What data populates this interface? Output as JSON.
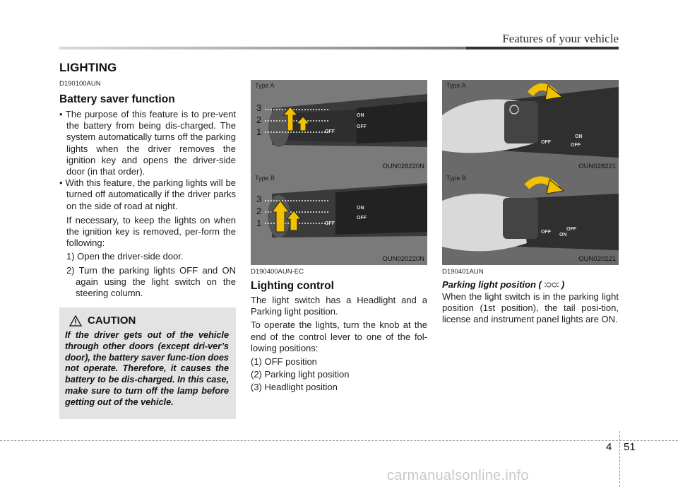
{
  "header": {
    "title": "Features of your vehicle"
  },
  "section_title": "LIGHTING",
  "col1": {
    "code": "D190100AUN",
    "heading": "Battery saver function",
    "bullet1": "• The purpose of this feature is to pre-vent the battery from being dis-charged. The system automatically turns off the parking lights when the driver removes the ignition key and opens the driver-side door (in that order).",
    "bullet2": "• With this feature, the parking lights will be turned off automatically if the driver parks on the side of road at night.",
    "bullet2_cont": "If necessary, to keep the lights on when the ignition key is removed, per-form the following:",
    "step1": "1) Open the driver-side door.",
    "step2": "2) Turn the parking lights OFF and ON again using the light switch on the steering column."
  },
  "caution": {
    "title": "CAUTION",
    "body": "If the driver gets out of the vehicle through other doors (except dri-ver’s door), the battery saver func-tion does not operate. Therefore, it causes the battery to be dis-charged. In this case, make sure to turn off the lamp before getting out of the vehicle."
  },
  "figures": {
    "fig1_type": "Type A",
    "fig1_code": "OUN028220N",
    "fig1_n3": "3",
    "fig1_n2": "2",
    "fig1_n1": "1",
    "fig1_on": "ON",
    "fig1_off": "OFF",
    "fig2_type": "Type B",
    "fig2_code": "OUN020220N",
    "fig2_n3": "3",
    "fig2_n2": "2",
    "fig2_n1": "1",
    "fig2_on": "ON",
    "fig2_off": "OFF",
    "fig3_type": "Type A",
    "fig3_code": "OUN028221",
    "fig3_on": "ON",
    "fig3_off": "OFF",
    "fig4_type": "Type B",
    "fig4_code": "OUN020221",
    "fig4_on": "ON",
    "fig4_off": "OFF"
  },
  "col2": {
    "code": "D190400AUN-EC",
    "heading": "Lighting control",
    "p1": "The light switch has a Headlight and a Parking light position.",
    "p2": "To operate the lights, turn the knob at the end of the control lever to one of the fol-lowing positions:",
    "pos1": "(1) OFF position",
    "pos2": "(2) Parking light position",
    "pos3": "(3) Headlight position"
  },
  "col3": {
    "code": "D190401AUN",
    "heading_pre": "Parking light position (",
    "heading_post": ")",
    "p1": "When the light switch is in the parking light position (1st position), the tail posi-tion, license and instrument panel lights are ON."
  },
  "footer": {
    "section": "4",
    "page": "51",
    "watermark": "carmanualsonline.info"
  },
  "colors": {
    "arrow_yellow": "#f2c200",
    "caution_bg": "#e3e3e3",
    "photo_bg": "#6e6e6e"
  }
}
